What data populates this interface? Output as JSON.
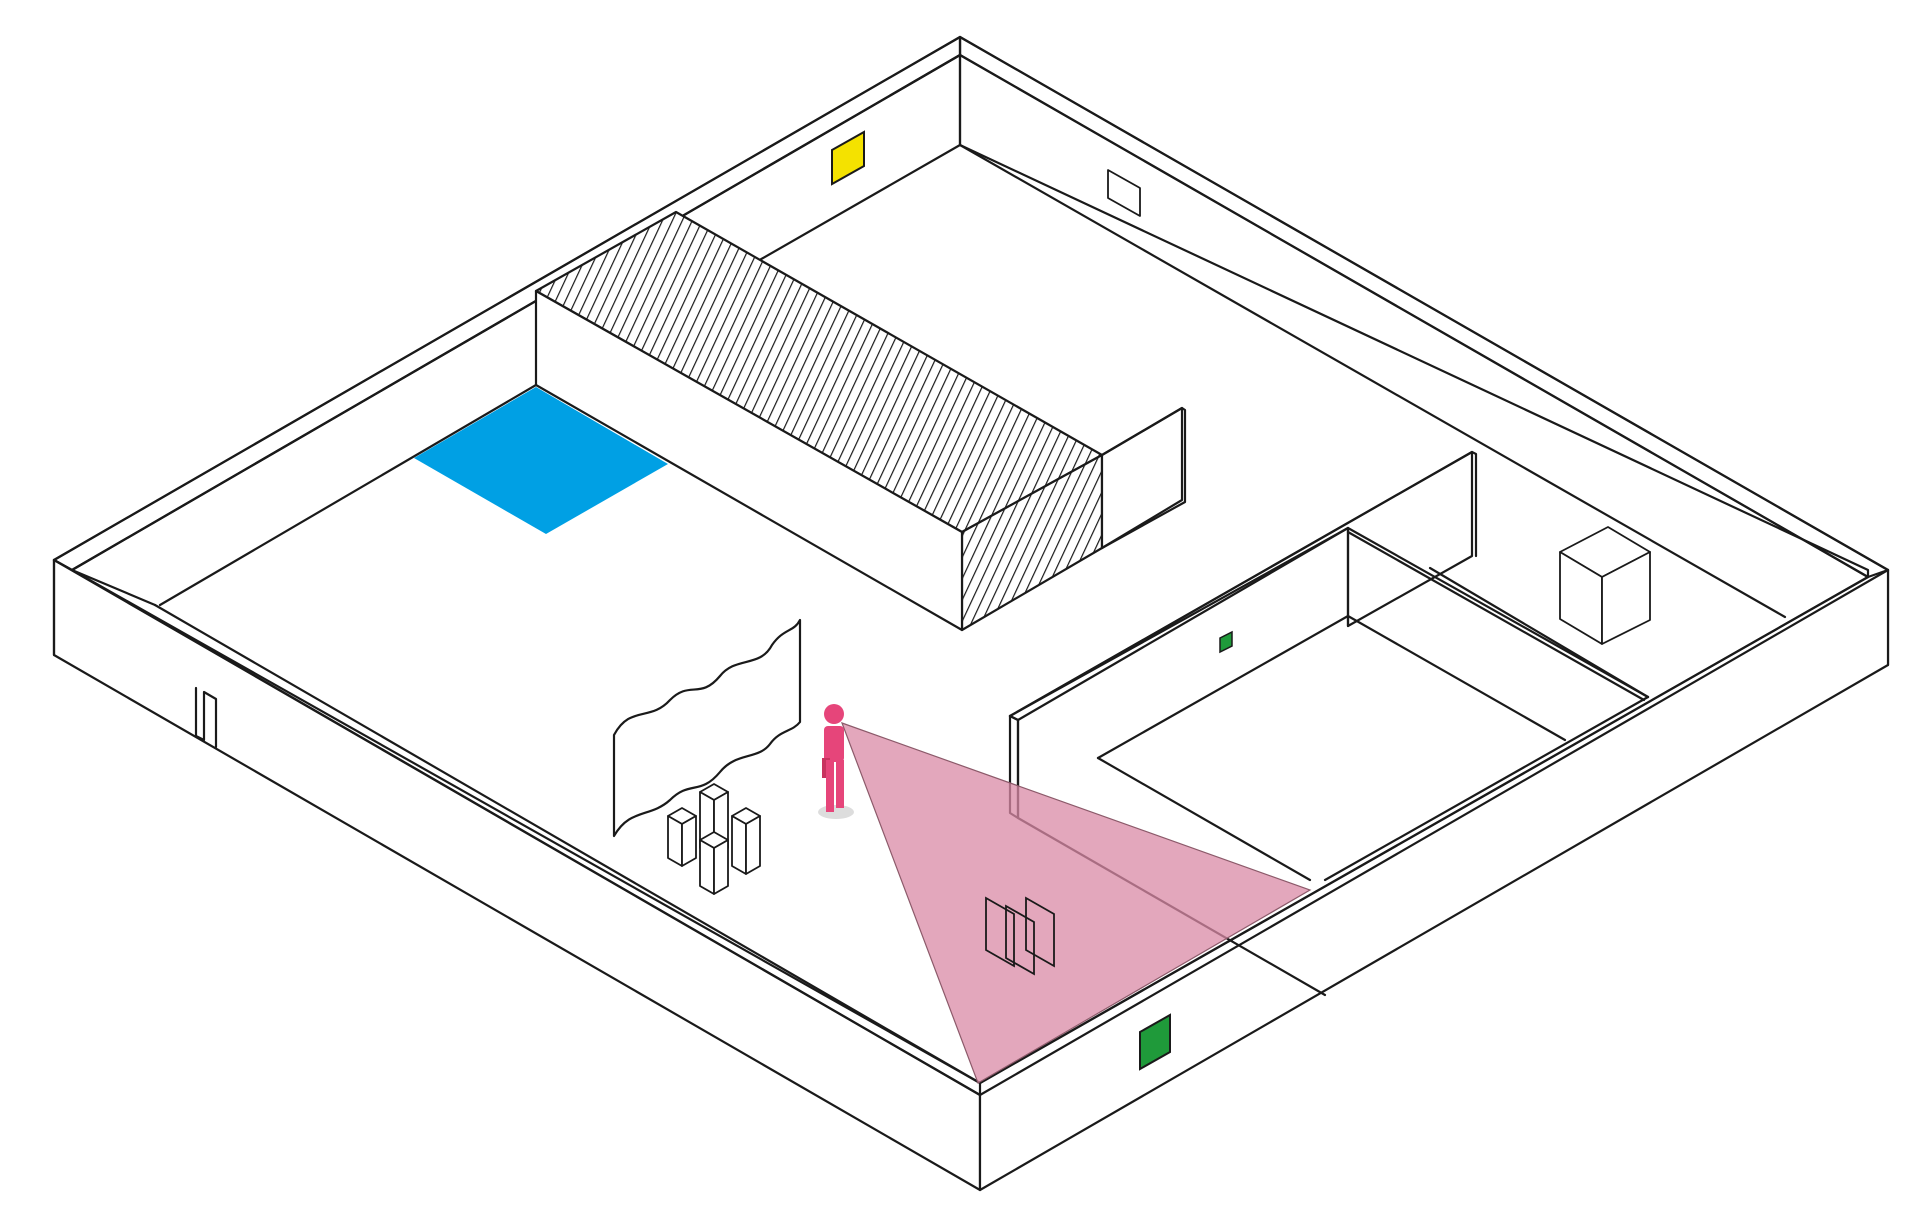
{
  "diagram": {
    "type": "isometric-floor-plan",
    "colors": {
      "floor_panel": "#00a0e4",
      "wall_panel_top": "#f4e200",
      "wall_panel_front": "#1f9a3a",
      "wall_panel_small": "#1f9a3a",
      "visitor": "#e6457a",
      "view_cone": "#d98aa5",
      "lines": "#1a1a1a",
      "background": "#ffffff"
    },
    "elements": [
      "outer-gallery-walls",
      "hatched-partition-block",
      "blue-floor-panel",
      "yellow-wall-panel",
      "blank-wall-panel",
      "wavy-screen",
      "pedestal-group",
      "visitor-figure",
      "view-cone",
      "glass-panels",
      "inner-room",
      "cube-sculpture",
      "green-wall-panel-front",
      "green-wall-panel-small"
    ]
  }
}
